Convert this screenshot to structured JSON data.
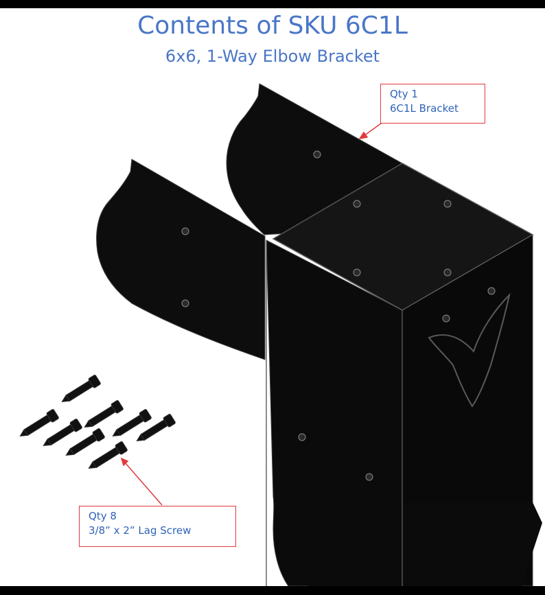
{
  "header": {
    "title": "Contents of SKU 6C1L",
    "subtitle": "6x6, 1-Way Elbow Bracket"
  },
  "callouts": {
    "bracket": {
      "qty": "Qty 1",
      "item": "6C1L Bracket"
    },
    "screws": {
      "qty": "Qty 8",
      "item": "3/8” x 2” Lag Screw"
    }
  },
  "colors": {
    "title": "#4a76c7",
    "callout_text": "#2f63b8",
    "callout_border": "#e0393d",
    "product": "#0d0d0d"
  }
}
